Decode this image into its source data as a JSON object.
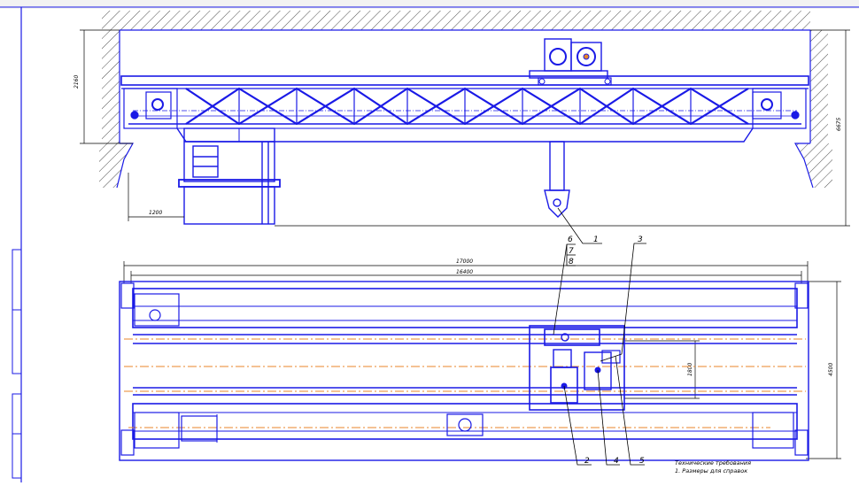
{
  "drawing": {
    "elevation_dims": {
      "crane_height": "2160",
      "overall_height": "6675",
      "cabin_offset": "1200"
    },
    "plan_dims": {
      "overall_length": "17000",
      "span": "16400",
      "base": "4500",
      "trolley_gauge": "1800"
    },
    "callouts": [
      "1",
      "2",
      "3",
      "4",
      "5",
      "6",
      "7",
      "8"
    ],
    "notes": {
      "title": "Технические требования",
      "line1": "1. Размеры для справок"
    },
    "colors": {
      "line": "#1a1ae6",
      "hatch": "#000000",
      "axis": "#e8862a",
      "dim": "#000000"
    }
  }
}
